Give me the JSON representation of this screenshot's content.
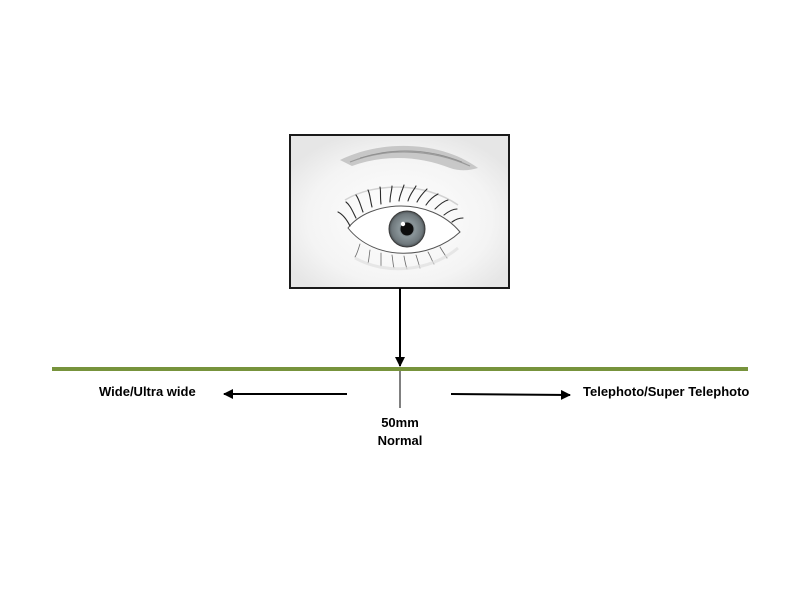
{
  "labels": {
    "wide": "Wide/Ultra wide",
    "telephoto": "Telephoto/Super Telephoto",
    "focal_length": "50mm",
    "normal": "Normal"
  },
  "colors": {
    "axis_line": "#77933c",
    "arrows": "#000000",
    "frame_border": "#1a1a1a",
    "iris": "#7e8a8e"
  },
  "icons": {
    "eye": "eye-icon"
  }
}
